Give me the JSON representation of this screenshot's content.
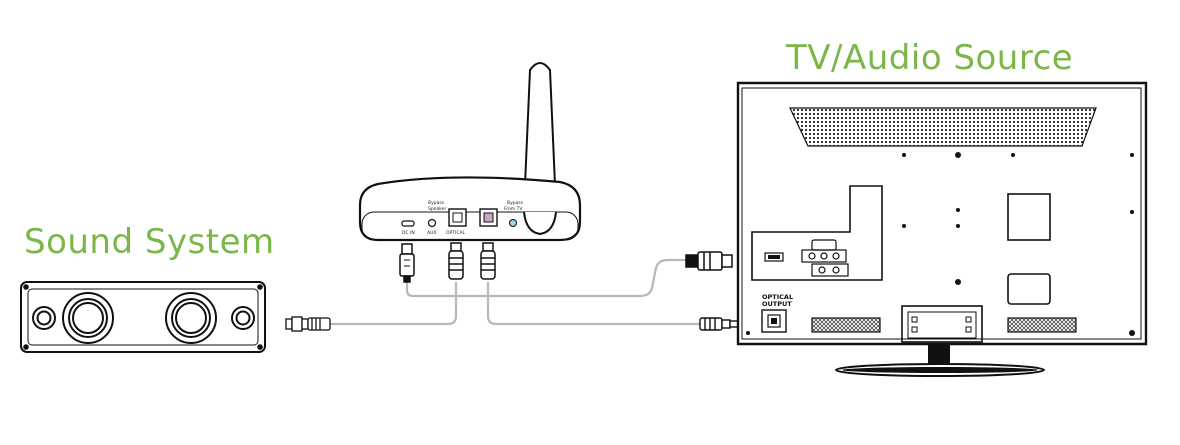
{
  "labels": {
    "sound_system": "Sound System",
    "tv_source": "TV/Audio Source"
  },
  "transmitter": {
    "port_dcin": "DC IN",
    "port_aux": "AUX",
    "port_optical_in": "OPTICAL",
    "switch_label_top": "Bypass",
    "switch_label_bottom": "Speaker",
    "mode_label_top": "Bypass",
    "mode_label_bottom": "From TV"
  },
  "tv": {
    "optical_output_line1": "OPTICAL",
    "optical_output_line2": "OUTPUT"
  },
  "colors": {
    "title_green": "#7ab648",
    "line": "#111111",
    "cable": "#b8b8b8"
  }
}
